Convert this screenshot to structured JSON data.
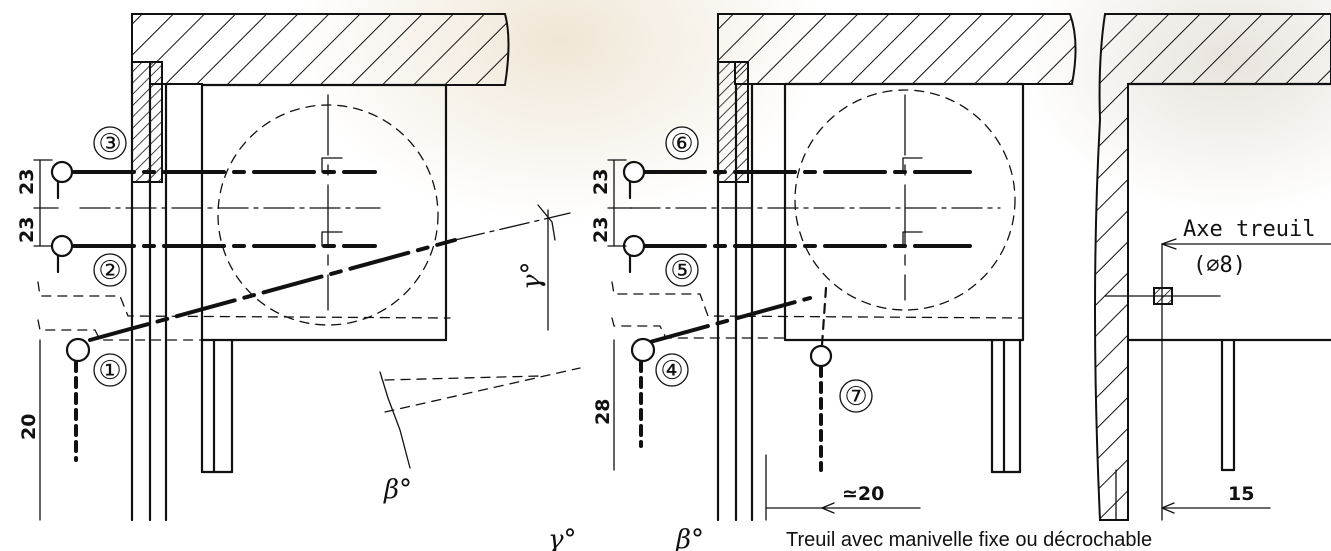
{
  "colors": {
    "ink": "#111111",
    "background": "#ffffff",
    "glow": "#e2d2b4"
  },
  "markers": {
    "m1": "①",
    "m2": "②",
    "m3": "③",
    "m4": "④",
    "m5": "⑤",
    "m6": "⑥",
    "m7": "⑦"
  },
  "dimensions": {
    "left_upper": "23",
    "left_lower": "23",
    "left_bottom": "20",
    "mid_upper": "23",
    "mid_lower": "23",
    "mid_bottom": "28",
    "approx_20": "≃20",
    "right_15": "15"
  },
  "angles": {
    "gamma": "γ°",
    "beta": "β°",
    "gamma_bottom": "γ°",
    "beta_bottom": "β°"
  },
  "labels": {
    "axe_treuil": "Axe treuil",
    "diameter": "(⌀8)",
    "caption": "Treuil avec manivelle fixe ou décrochable"
  },
  "icons": {
    "pivot": "circle-pivot-icon",
    "square_axle": "square-axle-icon"
  }
}
